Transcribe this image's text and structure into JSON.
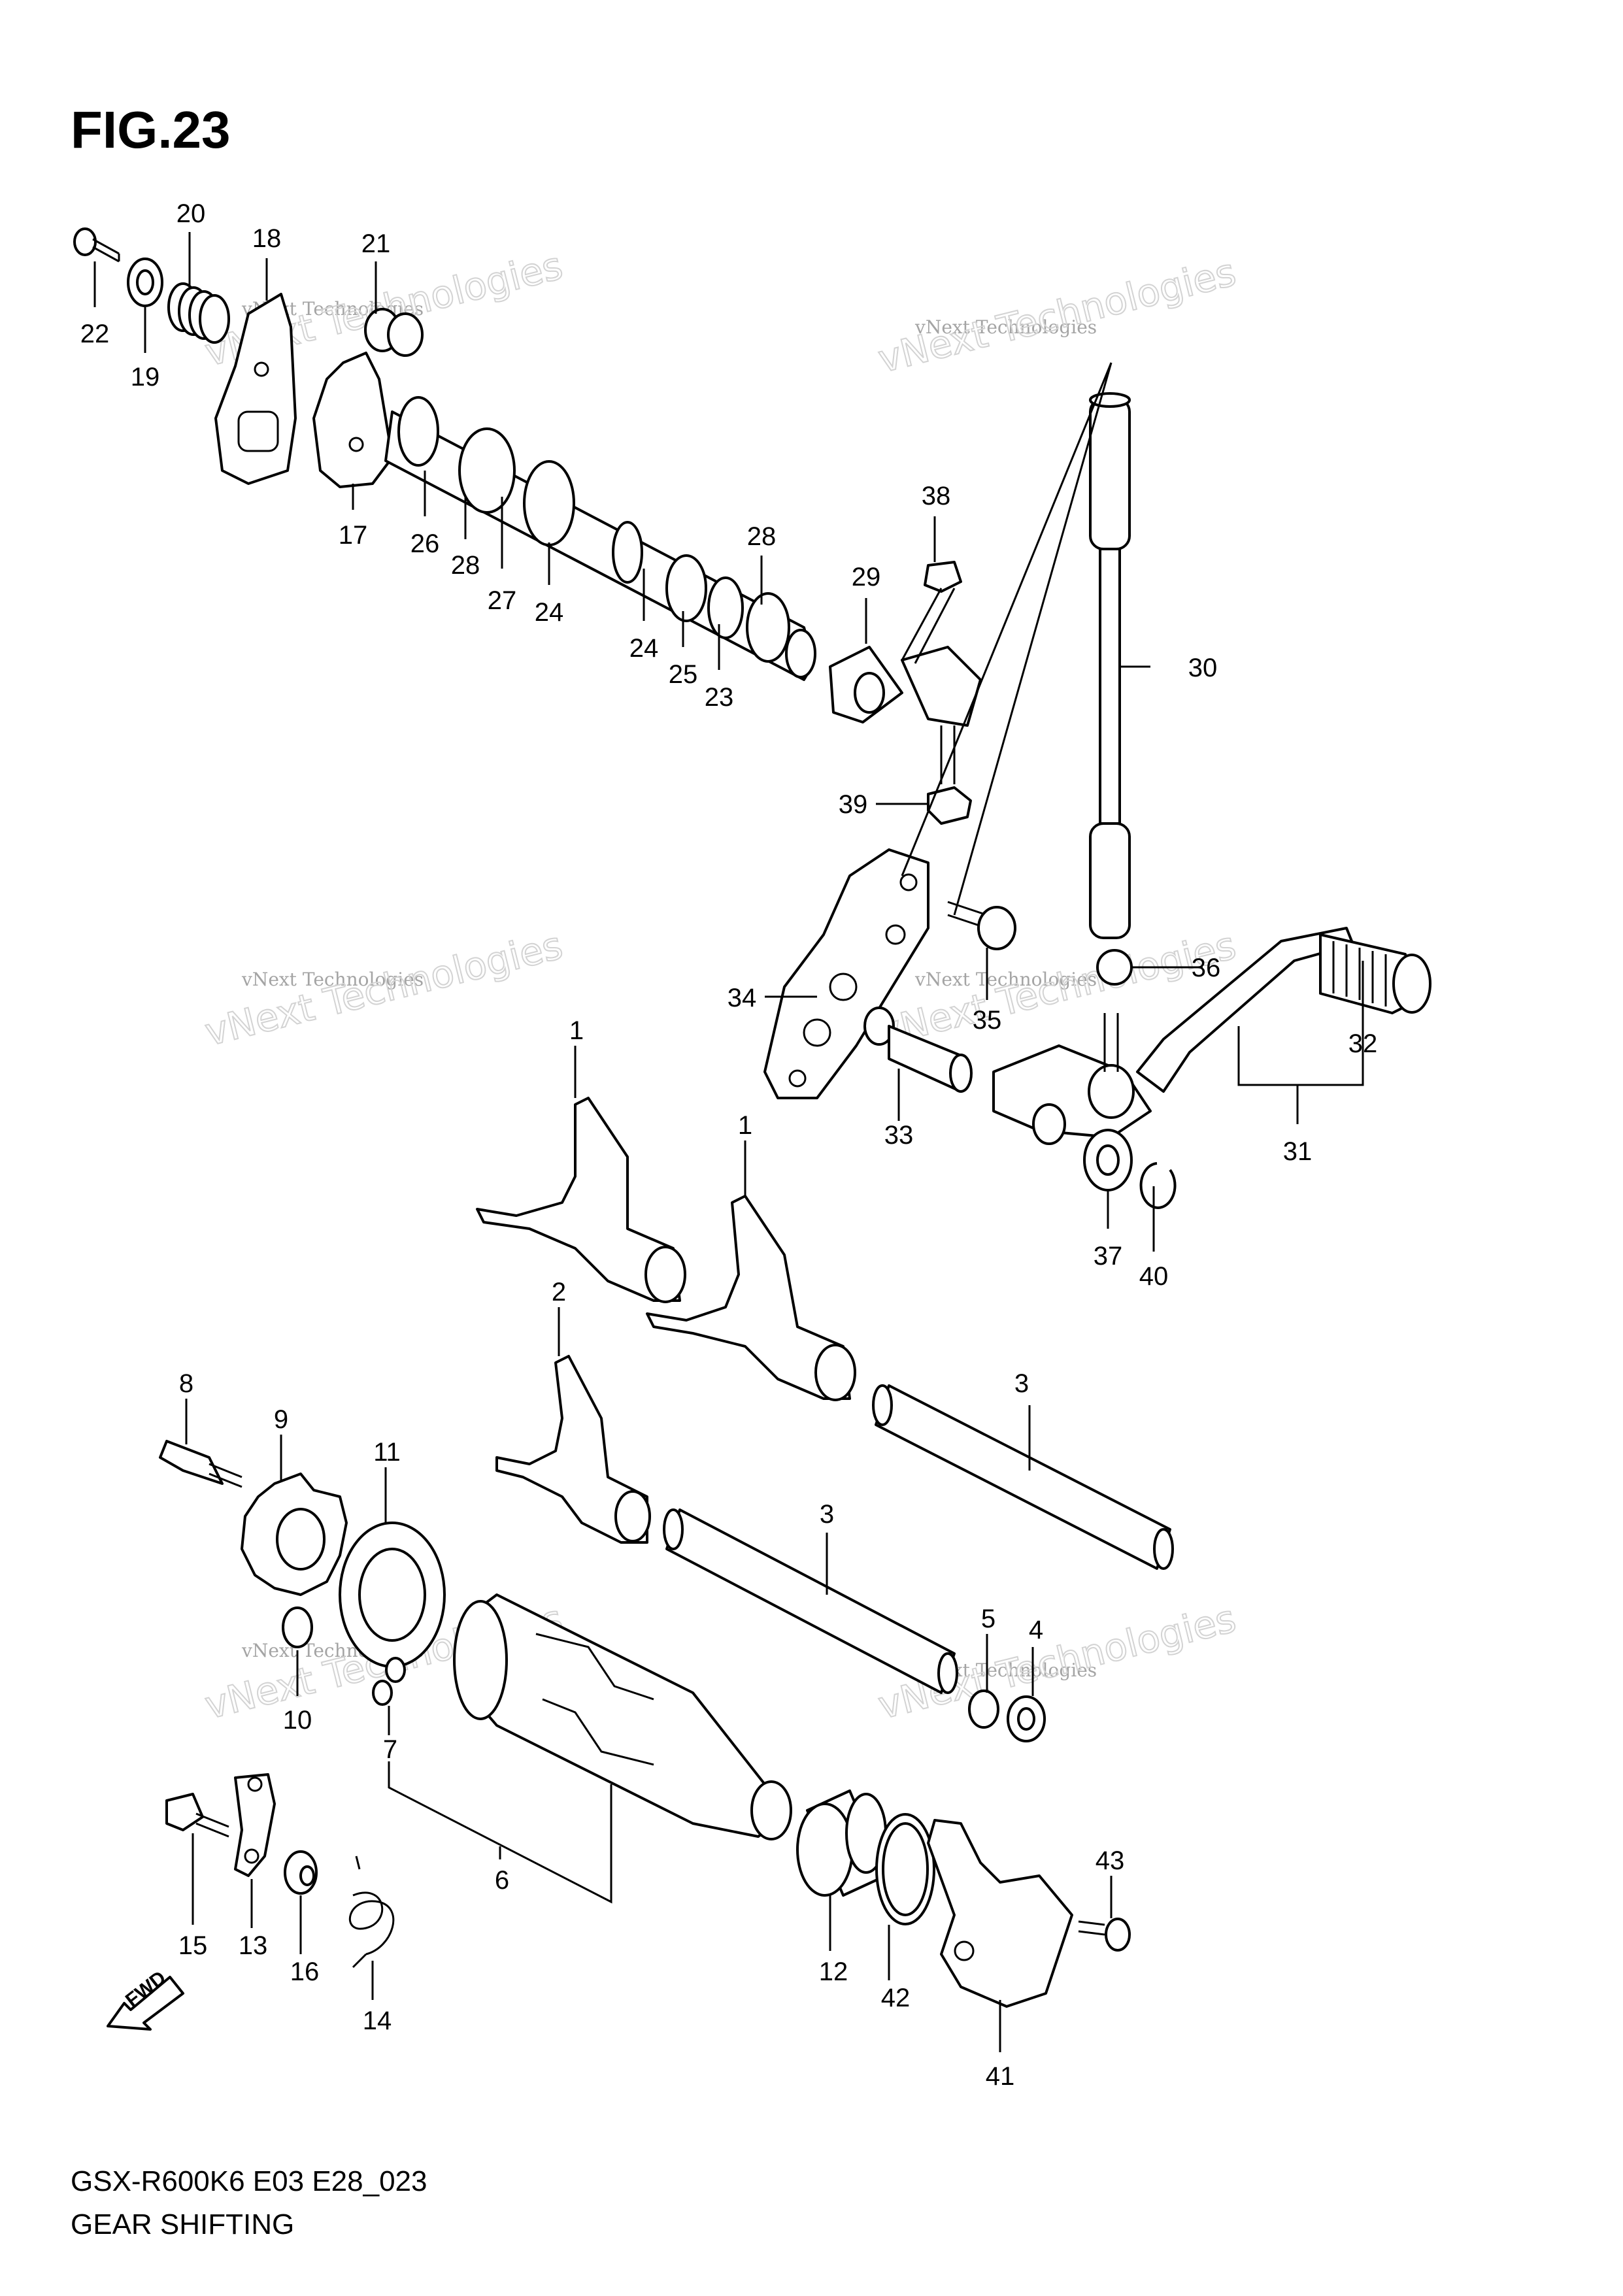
{
  "figure": {
    "title": "FIG.23",
    "model_code": "GSX-R600K6 E03 E28_023",
    "caption": "GEAR SHIFTING"
  },
  "watermark": {
    "line1": "vNext Technologies",
    "line2": "vNext Technologies"
  },
  "fwd_label": "FWD",
  "callouts": {
    "p1a": "1",
    "p1b": "1",
    "p2": "2",
    "p3a": "3",
    "p3b": "3",
    "p4": "4",
    "p5": "5",
    "p6": "6",
    "p7": "7",
    "p8": "8",
    "p9": "9",
    "p10": "10",
    "p11": "11",
    "p12": "12",
    "p13": "13",
    "p14": "14",
    "p15": "15",
    "p16": "16",
    "p17": "17",
    "p18": "18",
    "p19": "19",
    "p20": "20",
    "p21": "21",
    "p22": "22",
    "p23": "23",
    "p24a": "24",
    "p24b": "24",
    "p25": "25",
    "p26": "26",
    "p27": "27",
    "p28a": "28",
    "p28b": "28",
    "p29": "29",
    "p30": "30",
    "p31": "31",
    "p32": "32",
    "p33": "33",
    "p34": "34",
    "p35": "35",
    "p36": "36",
    "p37": "37",
    "p38": "38",
    "p39": "39",
    "p40": "40",
    "p41": "41",
    "p42": "42",
    "p43": "43"
  }
}
